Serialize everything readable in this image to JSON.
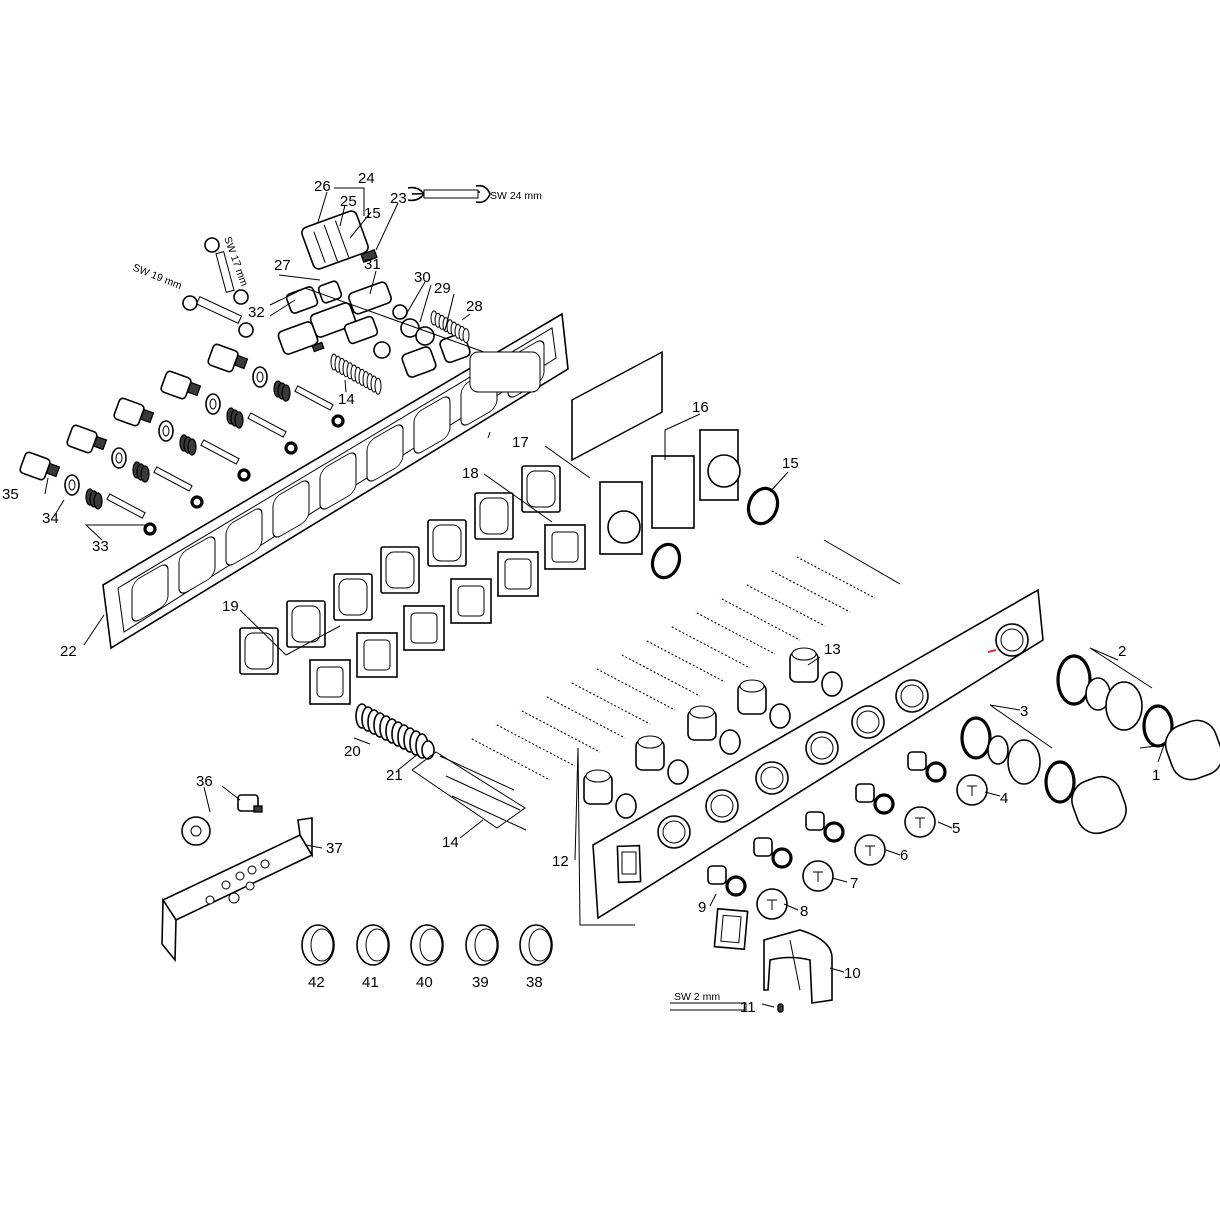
{
  "labels": {
    "l1": "1",
    "l2": "2",
    "l3": "3",
    "l4": "4",
    "l5": "5",
    "l6": "6",
    "l7": "7",
    "l8": "8",
    "l9": "9",
    "l10": "10",
    "l11": "11",
    "l12": "12",
    "l13": "13",
    "l14a": "14",
    "l14b": "14",
    "l15a": "15",
    "l15b": "15",
    "l16": "16",
    "l17": "17",
    "l18": "18",
    "l19": "19",
    "l20": "20",
    "l21": "21",
    "l22": "22",
    "l23": "23",
    "l24": "24",
    "l25": "25",
    "l26": "26",
    "l27": "27",
    "l28": "28",
    "l29": "29",
    "l30": "30",
    "l31": "31",
    "l32": "32",
    "l33": "33",
    "l34": "34",
    "l35": "35",
    "l36": "36",
    "l37": "37",
    "l38": "38",
    "l39": "39",
    "l40": "40",
    "l41": "41",
    "l42": "42"
  },
  "tools": {
    "sw24": "SW 24 mm",
    "sw17": "SW 17 mm",
    "sw19": "SW 19 mm",
    "sw2": "SW 2 mm"
  }
}
